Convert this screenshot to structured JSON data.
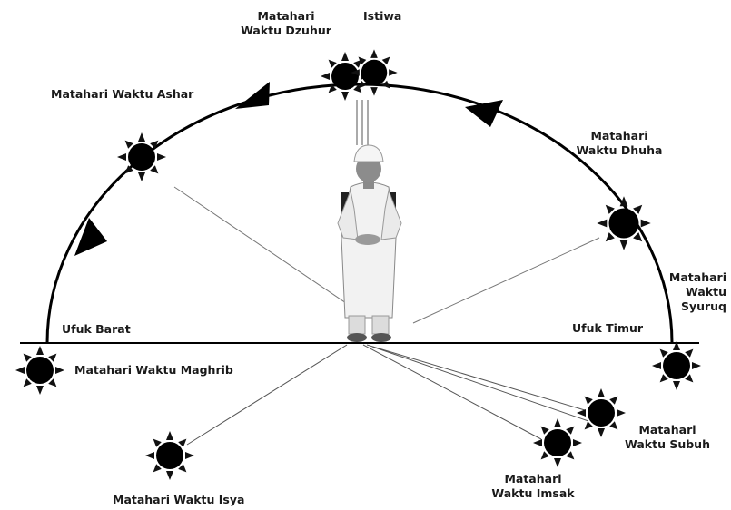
{
  "labels": {
    "dzuhur_line1": "Matahari",
    "dzuhur_line2": "Waktu Dzuhur",
    "istiwa": "Istiwa",
    "ashar": "Matahari Waktu Ashar",
    "dhuha_line1": "Matahari",
    "dhuha_line2": "Waktu Dhuha",
    "syuruq_line1": "Matahari",
    "syuruq_line2": "Waktu",
    "syuruq_line3": "Syuruq",
    "ufuk_barat": "Ufuk Barat",
    "ufuk_timur": "Ufuk Timur",
    "maghrib": "Matahari Waktu Maghrib",
    "isya": "Matahari Waktu Isya",
    "imsak_line1": "Matahari",
    "imsak_line2": "Waktu Imsak",
    "subuh_line1": "Matahari",
    "subuh_line2": "Waktu Subuh"
  },
  "colors": {
    "ink": "#000000",
    "robe": "#f2f2f2",
    "background": "#ffffff"
  },
  "icons": [
    "sun-icon",
    "direction-arrow-icon",
    "child-figure"
  ]
}
